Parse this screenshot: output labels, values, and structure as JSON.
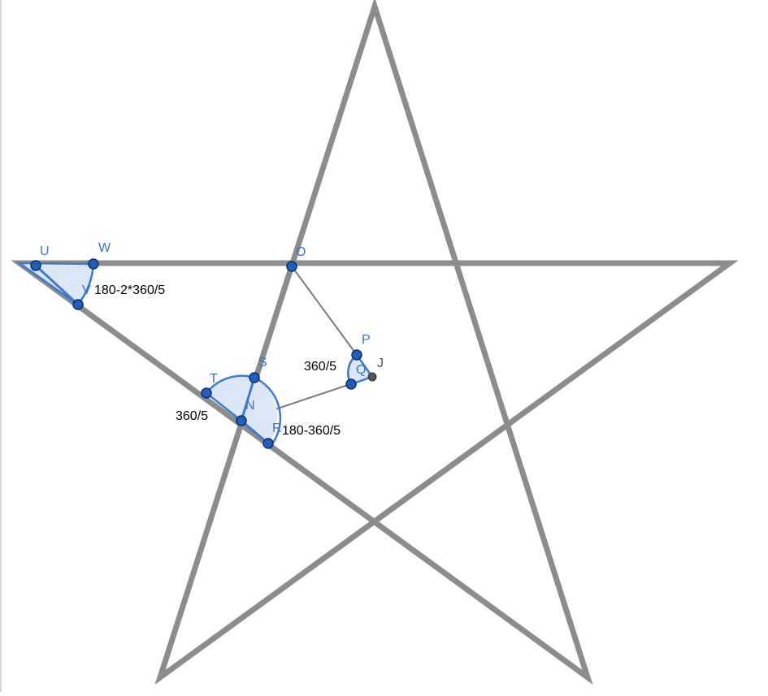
{
  "colors": {
    "star_stroke": "#8c8c8c",
    "thin_segment": "#7a7a7a",
    "point_fill": "#1f5fbf",
    "point_stroke": "#0d2f66",
    "angle_stroke": "#3b7ad1",
    "angle_fill": "#dce8f7",
    "label_blue": "#3a73c2",
    "free_point": "#555555"
  },
  "points": [
    {
      "id": "U",
      "label": "U"
    },
    {
      "id": "W",
      "label": "W"
    },
    {
      "id": "V",
      "label": "V"
    },
    {
      "id": "O",
      "label": "O"
    },
    {
      "id": "P",
      "label": "P"
    },
    {
      "id": "Q",
      "label": "Q"
    },
    {
      "id": "J",
      "label": "J"
    },
    {
      "id": "S",
      "label": "S"
    },
    {
      "id": "T",
      "label": "T"
    },
    {
      "id": "N",
      "label": "N"
    },
    {
      "id": "R",
      "label": "R"
    }
  ],
  "angles": [
    {
      "id": "tip",
      "label": "180-2*360/5"
    },
    {
      "id": "tsn",
      "label": "360/5"
    },
    {
      "id": "snr",
      "label": "180-360/5"
    },
    {
      "id": "pq",
      "label": "360/5"
    }
  ]
}
